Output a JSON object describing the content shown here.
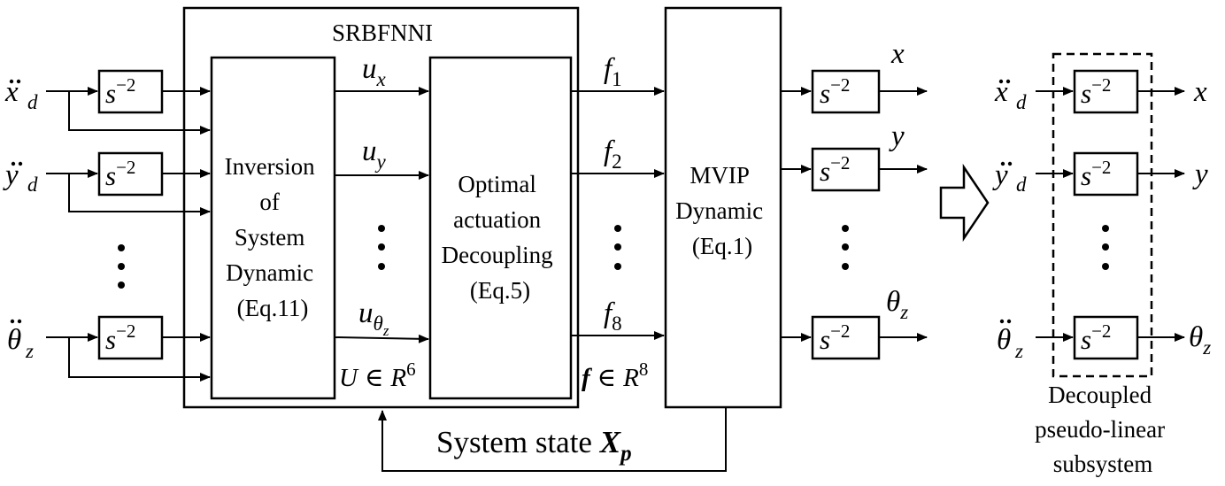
{
  "main_block": {
    "title": "SRBFNNI"
  },
  "blocks": {
    "inversion": [
      "Inversion",
      "of",
      "System",
      "Dynamic",
      "(Eq.11)"
    ],
    "decoupling": [
      "Optimal",
      "actuation",
      "Decoupling",
      "(Eq.5)"
    ],
    "mvip": [
      "MVIP",
      "Dynamic",
      "(Eq.1)"
    ],
    "integrator": {
      "base": "s",
      "exponent": "−2"
    }
  },
  "inputs": {
    "x": {
      "base": "x",
      "sub": "d"
    },
    "y": {
      "base": "y",
      "sub": "d"
    },
    "theta": {
      "base": "θ",
      "sub": "z"
    }
  },
  "control_signals": {
    "ux": {
      "base": "u",
      "sub": "x"
    },
    "uy": {
      "base": "u",
      "sub": "y"
    },
    "utheta": {
      "base": "u",
      "sub": "θ",
      "subsub": "z"
    },
    "space": {
      "lhs": "U",
      "op": "∈",
      "base": "R",
      "exp": "6"
    }
  },
  "forces": {
    "f1": {
      "base": "f",
      "sub": "1"
    },
    "f2": {
      "base": "f",
      "sub": "2"
    },
    "f8": {
      "base": "f",
      "sub": "8"
    },
    "space": {
      "lhs": "f",
      "op": "∈",
      "base": "R",
      "exp": "8"
    }
  },
  "outputs": {
    "x": "x",
    "y": "y",
    "theta": {
      "base": "θ",
      "sub": "z"
    }
  },
  "feedback": {
    "label": "System state ",
    "symbol": "X",
    "sub": "p"
  },
  "decoupled_label": [
    "Decoupled",
    "pseudo-linear",
    "subsystem"
  ]
}
